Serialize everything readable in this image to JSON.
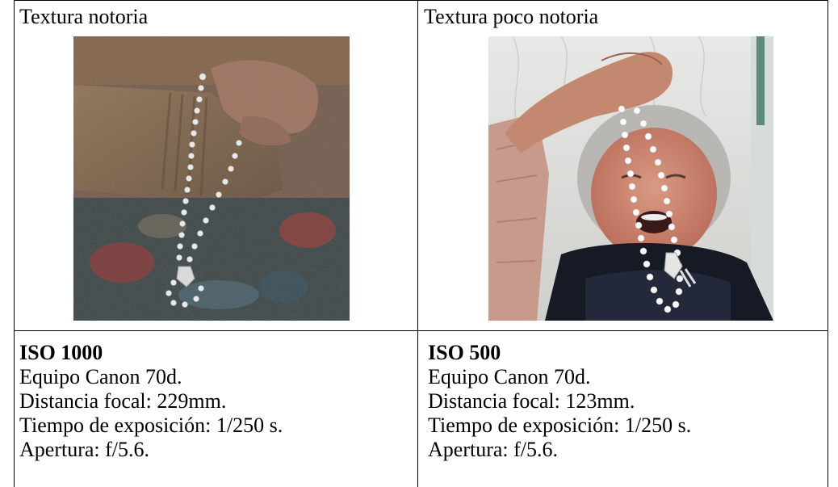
{
  "left": {
    "header": "Textura notoria",
    "photo_icon": "photo-hand-rosary-noisy",
    "iso": "ISO 1000",
    "camera": "Equipo Canon 70d.",
    "focal": "Distancia focal: 229mm.",
    "exposure": "Tiempo de exposición: 1/250 s.",
    "aperture": "Apertura: f/5.6."
  },
  "right": {
    "header": "Textura poco notoria",
    "photo_icon": "photo-elderly-woman-rosary",
    "iso": "ISO 500",
    "camera": "Equipo Canon 70d.",
    "focal": "Distancia focal: 123mm.",
    "exposure": "Tiempo de exposición: 1/250 s.",
    "aperture": "Apertura: f/5.6."
  }
}
